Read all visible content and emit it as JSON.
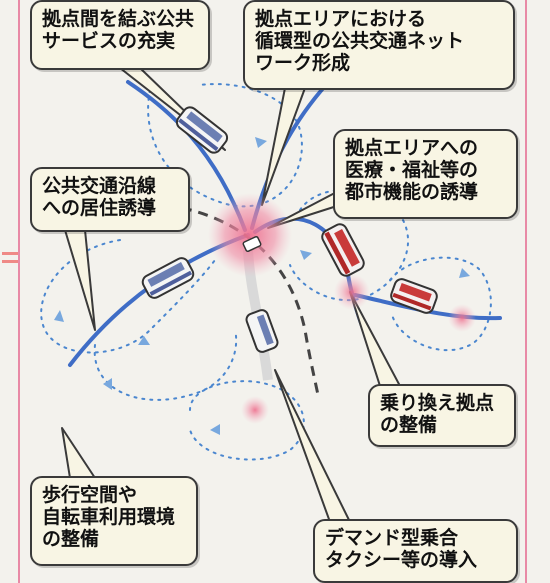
{
  "callouts": {
    "c1": "拠点間を結ぶ公共\nサービスの充実",
    "c2": "拠点エリアにおける\n循環型の公共交通ネット\nワーク形成",
    "c3": "拠点エリアへの\n医療・福祉等の\n都市機能の誘導",
    "c4": "公共交通沿線\nへの居住誘導",
    "c5": "乗り換え拠点\nの整備",
    "c6": "歩行空間や\n自転車利用環境\nの整備",
    "c7": "デマンド型乗合\nタクシー等の導入"
  },
  "colors": {
    "route": "#3f6dc6",
    "hub": "#e9738f",
    "dotted": "#4a86cf",
    "dashed": "#444444",
    "frame": "#e88aa6"
  }
}
